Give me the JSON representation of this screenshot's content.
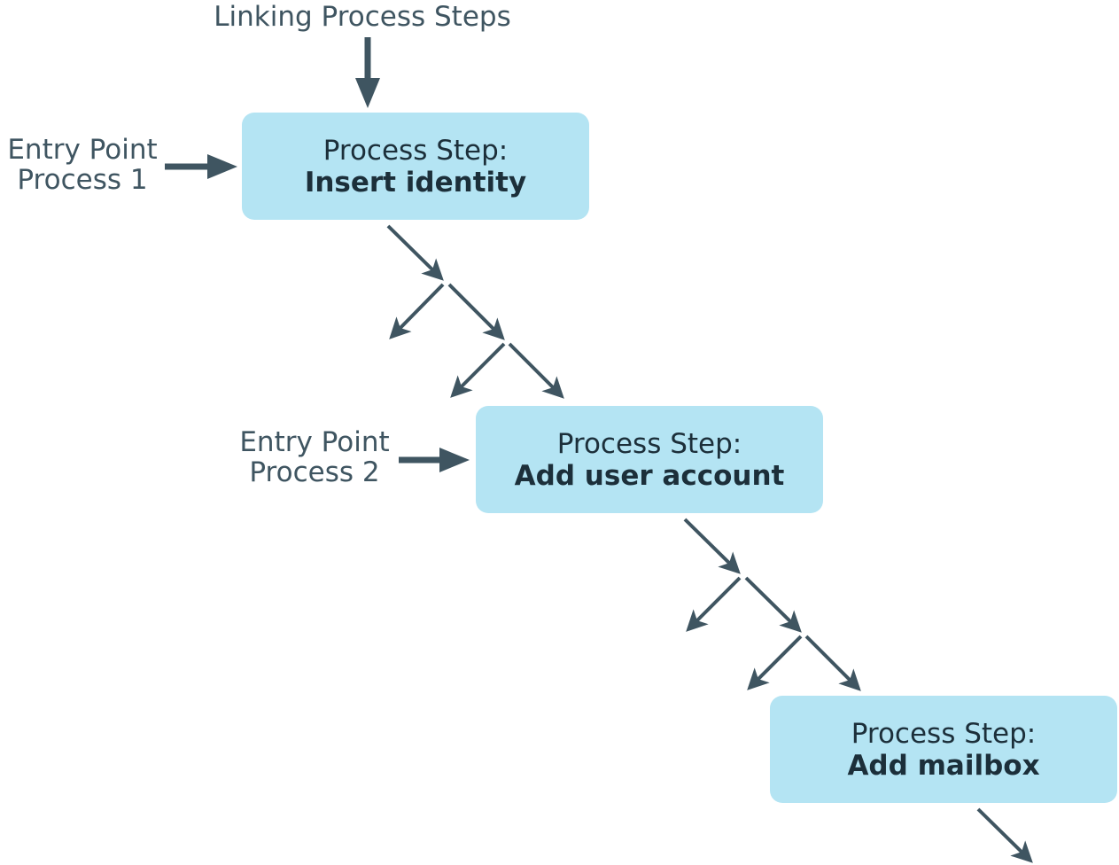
{
  "diagram": {
    "title": "Linking Process Steps",
    "entry_points": [
      {
        "line1": "Entry Point",
        "line2": "Process 1"
      },
      {
        "line1": "Entry Point",
        "line2": "Process 2"
      }
    ],
    "steps": [
      {
        "prefix": "Process Step:",
        "name": "Insert identity"
      },
      {
        "prefix": "Process Step:",
        "name": "Add user account"
      },
      {
        "prefix": "Process Step:",
        "name": "Add mailbox"
      }
    ],
    "colors": {
      "box_fill": "#b4e4f3",
      "arrow": "#3f5561",
      "text": "#1c2f3a"
    }
  }
}
